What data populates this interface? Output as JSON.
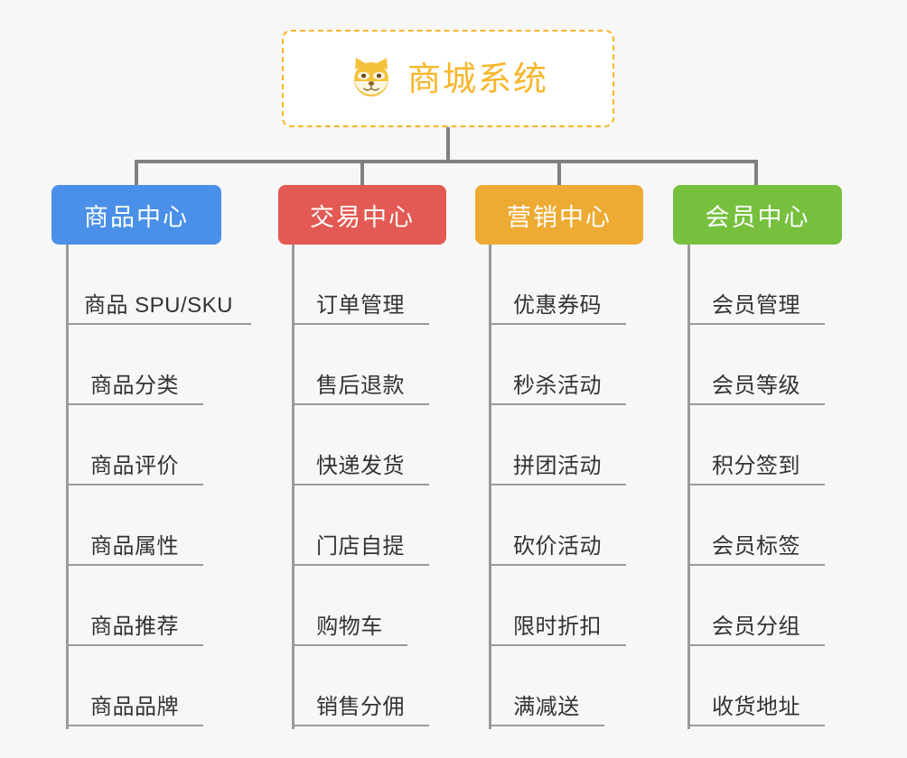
{
  "background_color": "#f7f7f7",
  "root": {
    "title": "商城系统",
    "icon": "shiba-dog-face-icon",
    "text_color": "#f8b62b",
    "border_color": "#f8b62b",
    "background_color": "#ffffff"
  },
  "connector_color": "#808080",
  "leaf_line_color": "#9a9a9a",
  "columns": [
    {
      "label": "商品中心",
      "color": "#4a90e8",
      "items": [
        "商品 SPU/SKU",
        "商品分类",
        "商品评价",
        "商品属性",
        "商品推荐",
        "商品品牌"
      ]
    },
    {
      "label": "交易中心",
      "color": "#e25a53",
      "items": [
        "订单管理",
        "售后退款",
        "快递发货",
        "门店自提",
        "购物车",
        "销售分佣"
      ]
    },
    {
      "label": "营销中心",
      "color": "#eeab34",
      "items": [
        "优惠券码",
        "秒杀活动",
        "拼团活动",
        "砍价活动",
        "限时折扣",
        "满减送"
      ]
    },
    {
      "label": "会员中心",
      "color": "#76c03e",
      "items": [
        "会员管理",
        "会员等级",
        "积分签到",
        "会员标签",
        "会员分组",
        "收货地址"
      ]
    }
  ]
}
